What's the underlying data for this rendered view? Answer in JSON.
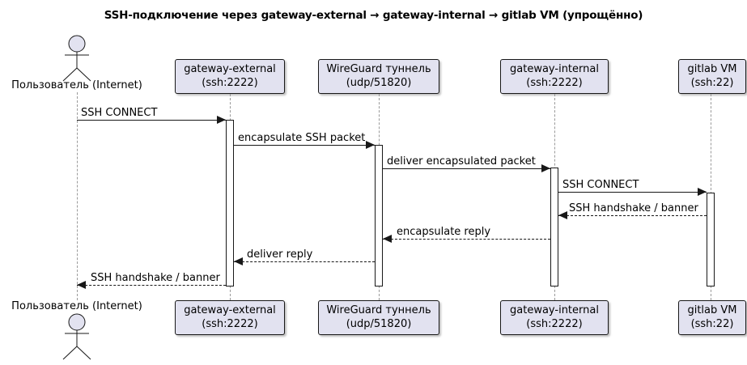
{
  "title": "SSH-подключение через gateway-external → gateway-internal → gitlab VM (упрощённо)",
  "actor": {
    "label": "Пользователь (Internet)"
  },
  "participants": [
    {
      "name": "gateway-external",
      "detail": "(ssh:2222)"
    },
    {
      "name": "WireGuard туннель",
      "detail": "(udp/51820)"
    },
    {
      "name": "gateway-internal",
      "detail": "(ssh:2222)"
    },
    {
      "name": "gitlab VM",
      "detail": "(ssh:22)"
    }
  ],
  "messages": [
    {
      "label": "SSH CONNECT",
      "from": "Пользователь (Internet)",
      "to": "gateway-external",
      "line": "solid"
    },
    {
      "label": "encapsulate SSH packet",
      "from": "gateway-external",
      "to": "WireGuard туннель",
      "line": "solid"
    },
    {
      "label": "deliver encapsulated packet",
      "from": "WireGuard туннель",
      "to": "gateway-internal",
      "line": "solid"
    },
    {
      "label": "SSH CONNECT",
      "from": "gateway-internal",
      "to": "gitlab VM",
      "line": "solid"
    },
    {
      "label": "SSH handshake / banner",
      "from": "gitlab VM",
      "to": "gateway-internal",
      "line": "dashed"
    },
    {
      "label": "encapsulate reply",
      "from": "gateway-internal",
      "to": "WireGuard туннель",
      "line": "dashed"
    },
    {
      "label": "deliver reply",
      "from": "WireGuard туннель",
      "to": "gateway-external",
      "line": "dashed"
    },
    {
      "label": "SSH handshake / banner",
      "from": "gateway-external",
      "to": "Пользователь (Internet)",
      "line": "dashed"
    }
  ],
  "colors": {
    "participant_fill": "#E2E2F0",
    "border": "#181818",
    "lifeline": "#9A9A9A",
    "background": "#FFFFFF"
  }
}
